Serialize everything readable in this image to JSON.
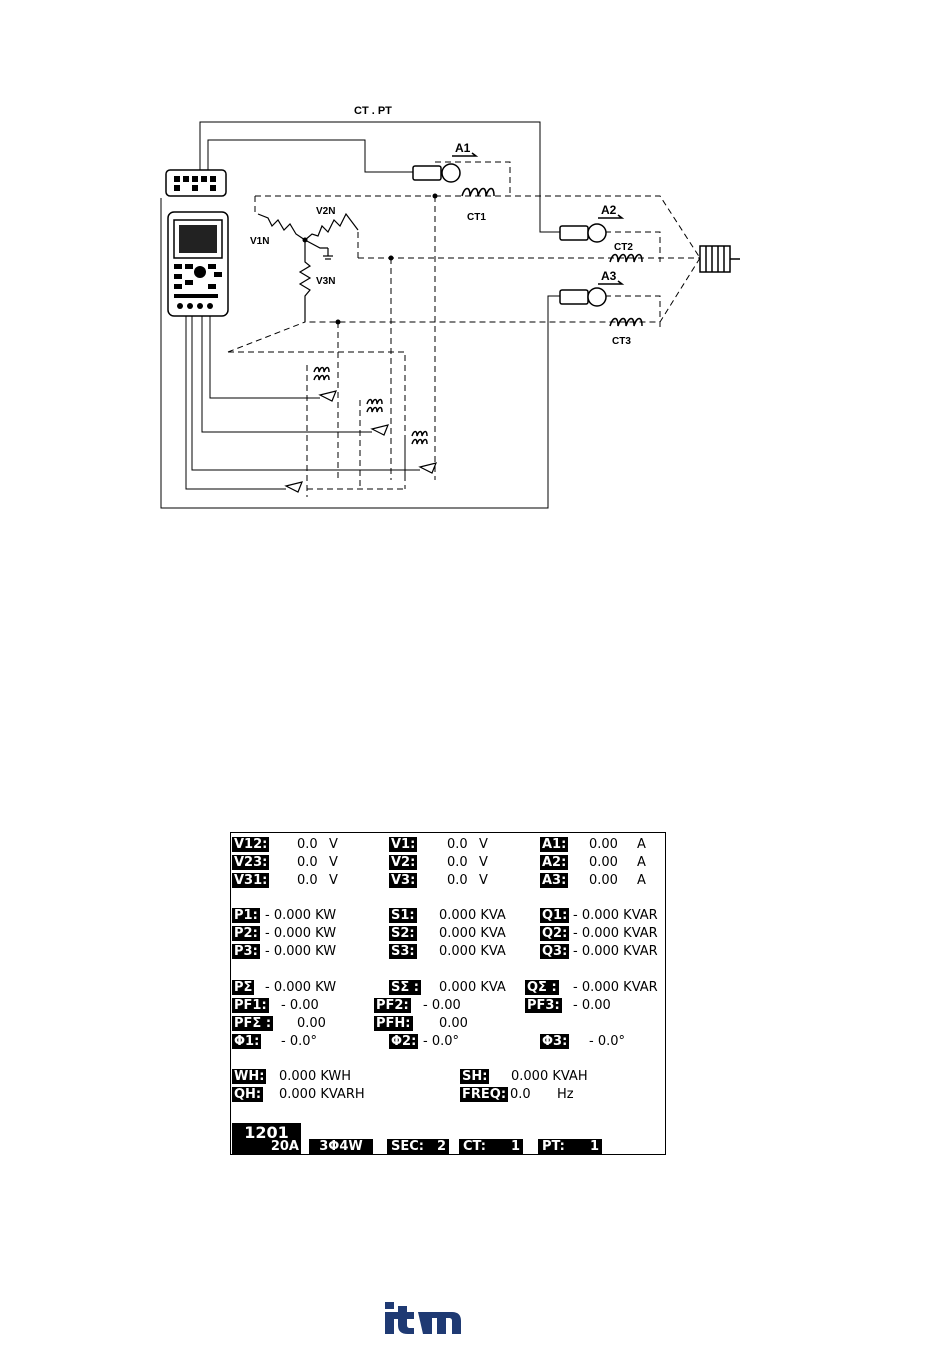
{
  "diagram": {
    "title": "CT . PT",
    "labels": {
      "a1": "A1",
      "a2": "A2",
      "a3": "A3",
      "ct1": "CT1",
      "ct2": "CT2",
      "ct3": "CT3",
      "v1n": "V1N",
      "v2n": "V2N",
      "v3n": "V3N"
    }
  },
  "screen": {
    "voltages": [
      {
        "label": "V12:",
        "value": "0.0",
        "unit": "V"
      },
      {
        "label": "V23:",
        "value": "0.0",
        "unit": "V"
      },
      {
        "label": "V31:",
        "value": "0.0",
        "unit": "V"
      }
    ],
    "phase_voltages": [
      {
        "label": "V1:",
        "value": "0.0",
        "unit": "V"
      },
      {
        "label": "V2:",
        "value": "0.0",
        "unit": "V"
      },
      {
        "label": "V3:",
        "value": "0.0",
        "unit": "V"
      }
    ],
    "currents": [
      {
        "label": "A1:",
        "value": "0.00",
        "unit": "A"
      },
      {
        "label": "A2:",
        "value": "0.00",
        "unit": "A"
      },
      {
        "label": "A3:",
        "value": "0.00",
        "unit": "A"
      }
    ],
    "active_power": [
      {
        "label": "P1:",
        "value": "-  0.000 KW"
      },
      {
        "label": "P2:",
        "value": "-  0.000 KW"
      },
      {
        "label": "P3:",
        "value": "-  0.000 KW"
      }
    ],
    "apparent_power": [
      {
        "label": "S1:",
        "value": "0.000 KVA"
      },
      {
        "label": "S2:",
        "value": "0.000 KVA"
      },
      {
        "label": "S3:",
        "value": "0.000 KVA"
      }
    ],
    "reactive_power": [
      {
        "label": "Q1:",
        "value": "-  0.000 KVAR"
      },
      {
        "label": "Q2:",
        "value": "-  0.000 KVAR"
      },
      {
        "label": "Q3:",
        "value": "-  0.000 KVAR"
      }
    ],
    "totals": {
      "p_sum": {
        "label": "PΣ",
        "value": "-  0.000 KW"
      },
      "s_sum": {
        "label": "SΣ :",
        "value": "0.000 KVA"
      },
      "q_sum": {
        "label": "QΣ :",
        "value": "-  0.000 KVAR"
      }
    },
    "power_factor": {
      "pf1": {
        "label": "PF1:",
        "value": "-  0.00"
      },
      "pf2": {
        "label": "PF2:",
        "value": "-  0.00"
      },
      "pf3": {
        "label": "PF3:",
        "value": "-  0.00"
      },
      "pf_sum": {
        "label": "PFΣ :",
        "value": "0.00"
      },
      "pfh": {
        "label": "PFH:",
        "value": "0.00"
      }
    },
    "phase_angle": {
      "phi1": {
        "label": "Φ1:",
        "value": "-  0.0°"
      },
      "phi2": {
        "label": "Φ2:",
        "value": "-  0.0°"
      },
      "phi3": {
        "label": "Φ3:",
        "value": "-  0.0°"
      }
    },
    "energy": {
      "wh": {
        "label": "WH:",
        "value": "0.000 KWH"
      },
      "qh": {
        "label": "QH:",
        "value": "0.000 KVARH"
      },
      "sh": {
        "label": "SH:",
        "value": "0.000 KVAH"
      },
      "freq": {
        "label": "FREQ:",
        "value": "0.0",
        "unit": "Hz"
      }
    },
    "status": {
      "record_number": "1201",
      "range": "20A",
      "wiring": "3Φ4W",
      "sec_label": "SEC:",
      "sec_value": "2",
      "ct_label": "CT:",
      "ct_value": "1",
      "pt_label": "PT:",
      "pt_value": "1"
    }
  },
  "logo": {
    "text": "itm",
    "color": "#1f3a73"
  }
}
